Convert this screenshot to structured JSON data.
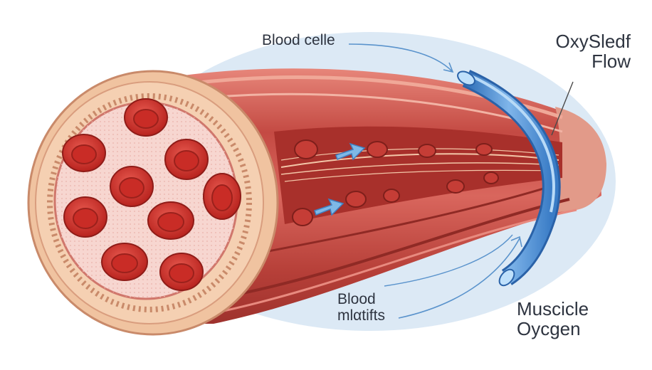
{
  "labels": {
    "blood_cells": "Blood celle",
    "flow_line1": "OxySledf",
    "flow_line2": "Flow",
    "blood_line1": "Blood",
    "blood_line2": "mlαtifts",
    "muscle_line1": "Muscicle",
    "muscle_line2": "Oycgen"
  },
  "colors": {
    "background_ellipse": "#dce9f5",
    "muscle_dark": "#b8413a",
    "muscle_mid": "#d4615a",
    "muscle_light": "#ec9b8e",
    "cell_red": "#d8352f",
    "tube_blue": "#4a8fd6",
    "arrow_blue": "#6aa3d8",
    "cross_section_rim": "#f3c9a6",
    "cross_section_inner": "#f7d6d0"
  },
  "icons": [
    "blood-cell",
    "flow-arrow",
    "oxygen-tube"
  ]
}
